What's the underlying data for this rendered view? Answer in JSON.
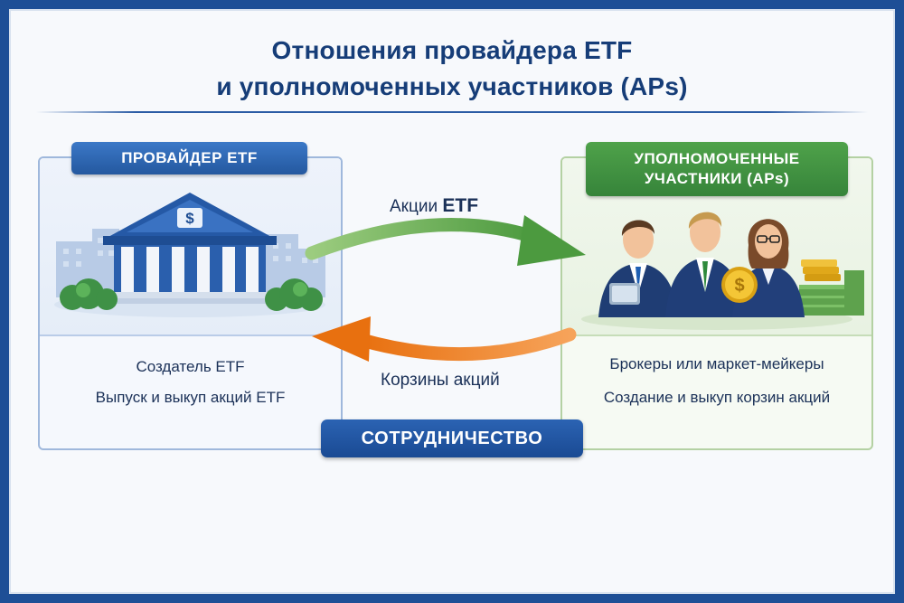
{
  "title": {
    "line1": "Отношения провайдера ETF",
    "line2": "и уполномоченных участников (APs)"
  },
  "provider": {
    "header": "ПРОВАЙДЕР ETF",
    "line1": "Создатель ETF",
    "line2": "Выпуск и выкуп акций ETF",
    "bank_symbol": "$"
  },
  "aps": {
    "header_line1": "УПОЛНОМОЧЕННЫЕ",
    "header_line2": "УЧАСТНИКИ (APs)",
    "line1": "Брокеры или маркет-мейкеры",
    "line2": "Создание и выкуп корзин акций",
    "coin_symbol": "$"
  },
  "flows": {
    "top_prefix": "Акции",
    "top_bold": "ETF",
    "bottom_label": "Корзины акций"
  },
  "cooperation_label": "СОТРУДНИЧЕСТВО",
  "colors": {
    "navy": "#1e4f96",
    "provider_blue": "#2b5ca5",
    "ap_green": "#3c8f3d",
    "arrow_green": "#5aa54a",
    "arrow_orange": "#ee7a1c",
    "coin_gold": "#e9b21c"
  }
}
